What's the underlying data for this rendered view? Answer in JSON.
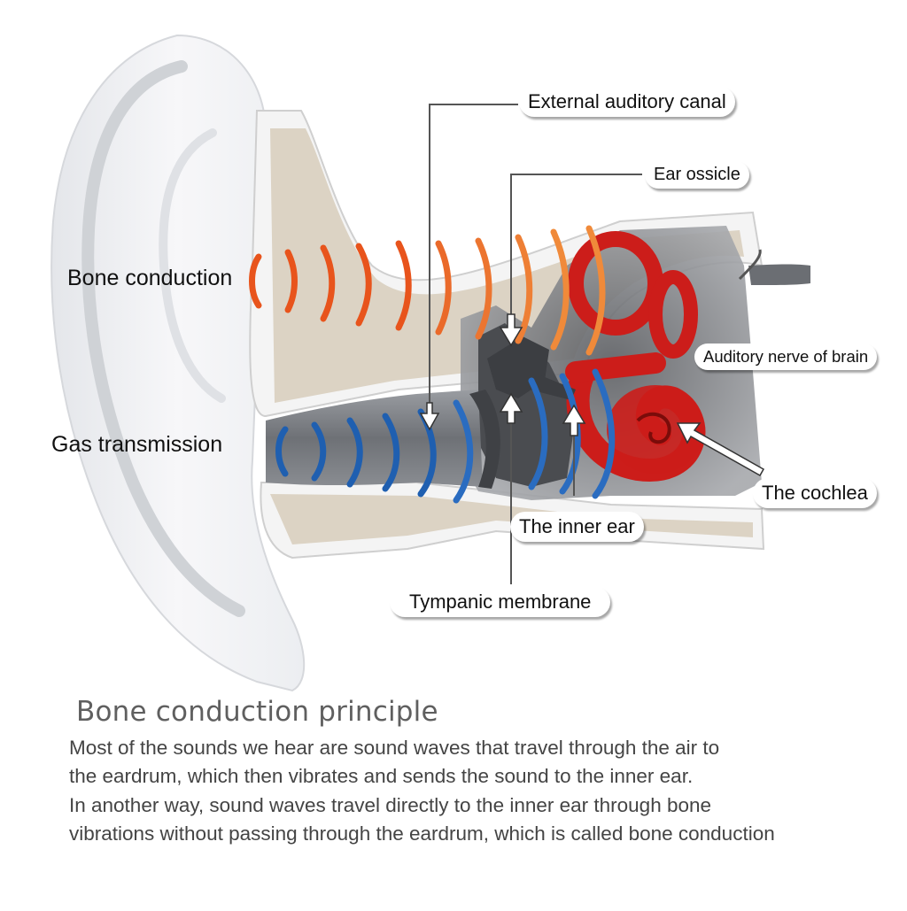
{
  "labels": {
    "external_auditory_canal": "External auditory canal",
    "ear_ossicle": "Ear ossicle",
    "bone_conduction": "Bone conduction",
    "auditory_nerve": "Auditory nerve of brain",
    "gas_transmission": "Gas transmission",
    "cochlea": "The cochlea",
    "inner_ear": "The inner ear",
    "tympanic_membrane": "Tympanic membrane"
  },
  "caption": {
    "title": "Bone conduction principle",
    "lines": [
      "Most of the sounds we hear are sound waves that travel through the air to",
      " the eardrum, which then vibrates and sends the sound to the inner ear.",
      "In another way, sound waves travel directly to the inner ear through bone",
      "vibrations without passing through the eardrum, which is called bone conduction"
    ]
  },
  "colors": {
    "bone_wave": "#e8541c",
    "bone_wave_far": "#f08a3a",
    "gas_wave": "#1f5fb0",
    "cochlea": "#cc1d1a",
    "bone": "#dcd3c4",
    "canal": "#7a7d82"
  }
}
